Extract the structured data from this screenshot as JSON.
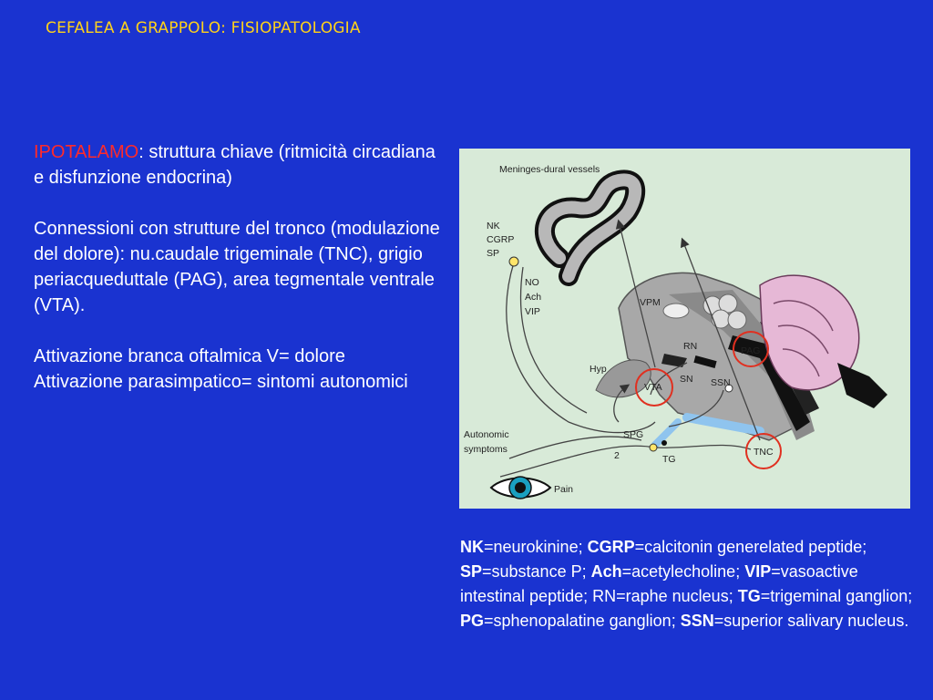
{
  "title": "CEFALEA A GRAPPOLO: FISIOPATOLOGIA",
  "paragraph1": {
    "highlight": "IPOTALAMO",
    "rest": ": struttura chiave (ritmicità circadiana e disfunzione endocrina)"
  },
  "paragraph2": "Connessioni con strutture del tronco (modulazione del dolore): nu.caudale trigeminale (TNC), grigio periacqueduttale (PAG), area tegmentale ventrale (VTA).",
  "paragraph3": {
    "line1": "Attivazione branca oftalmica V= dolore",
    "line2": "Attivazione parasimpatico= sintomi autonomici"
  },
  "figure": {
    "labels": {
      "meninges": "Meninges-dural vessels",
      "nk": "NK",
      "cgrp": "CGRP",
      "sp": "SP",
      "no": "NO",
      "ach": "Ach",
      "vip": "VIP",
      "vpm": "VPM",
      "rn": "RN",
      "pag": "PAG",
      "hyp": "Hyp",
      "vta": "VTA",
      "sn": "SN",
      "ssn": "SSN",
      "autonomic1": "Autonomic",
      "autonomic2": "symptoms",
      "spg": "SPG",
      "two": "2",
      "tg": "TG",
      "tnc": "TNC",
      "pain": "Pain"
    }
  },
  "legend": [
    {
      "abbr": "NK",
      "def": "=neurokinine; "
    },
    {
      "abbr": "CGRP",
      "def": "=calcitonin generelated peptide; "
    },
    {
      "abbr": "SP",
      "def": "=substance P; "
    },
    {
      "abbr": "Ach",
      "def": "=acetylecholine; "
    },
    {
      "abbr": "VIP",
      "def": "=vasoactive intestinal peptide; RN=raphe nucleus; "
    },
    {
      "abbr": "TG",
      "def": "=trigeminal ganglion; "
    },
    {
      "abbr": "PG",
      "def": "=sphenopalatine ganglion; "
    },
    {
      "abbr": "SSN",
      "def": "=superior salivary nucleus."
    }
  ]
}
